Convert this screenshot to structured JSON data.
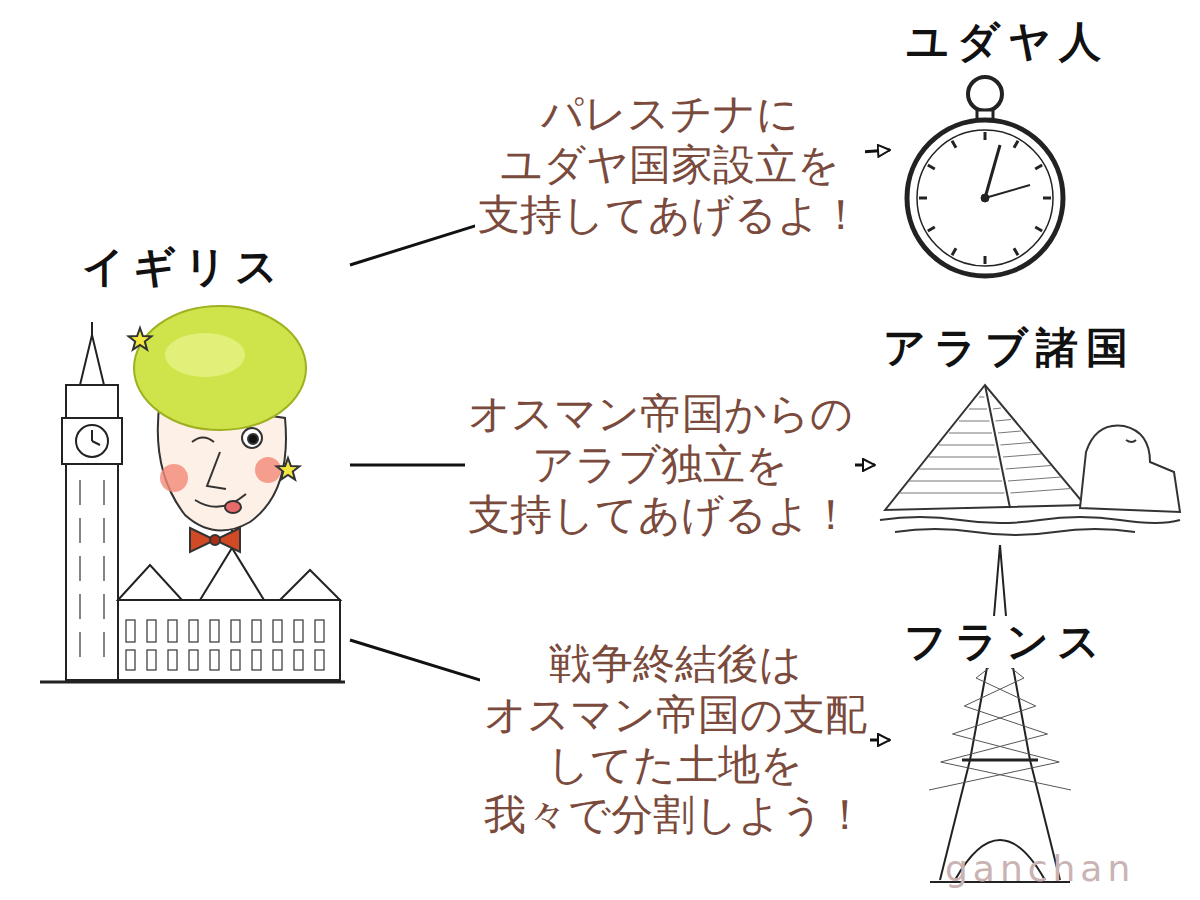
{
  "diagram": {
    "nodes": [
      {
        "text": [
          "イギリス"
        ]
      },
      {
        "text": [
          "ユダヤ人"
        ]
      },
      {
        "text": [
          "アラブ諸国"
        ]
      },
      {
        "text": [
          "フランス"
        ]
      }
    ],
    "edges": [
      {
        "from": 0,
        "to": 1,
        "arrow": "to",
        "label": "パレスチナに ユダヤ国家設立を 支持してあげるよ！"
      },
      {
        "from": 0,
        "to": 2,
        "arrow": "to",
        "label": "オスマン帝国からの アラブ独立を 支持してあげるよ！"
      },
      {
        "from": 0,
        "to": 3,
        "arrow": "to",
        "label": "戦争終結後は オスマン帝国の支配 してた土地を 我々で分割しよう！"
      }
    ],
    "labels": [
      "ganchan"
    ]
  }
}
